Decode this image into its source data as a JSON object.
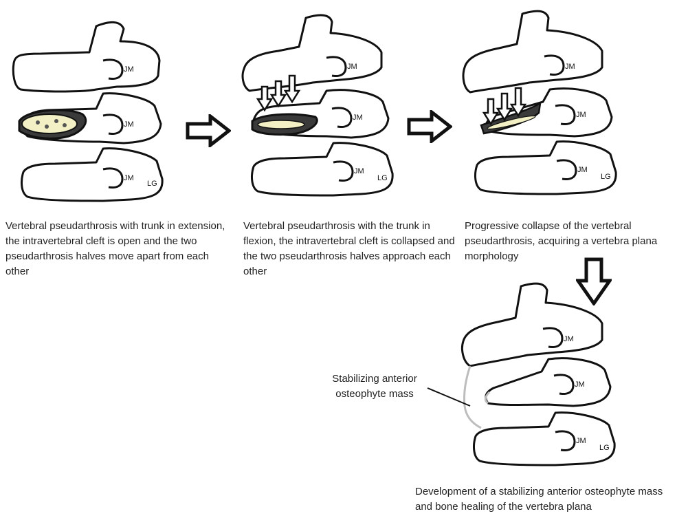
{
  "panels": [
    {
      "id": "panel-1",
      "caption": "Vertebral pseudarthrosis with trunk in extension, the intravertebral cleft is open and the two pseudarthrosis halves move apart from each other",
      "sketch_initials": "JM",
      "sketch_signature": "LG"
    },
    {
      "id": "panel-2",
      "caption": "Vertebral pseudarthrosis with the trunk in flexion, the intravertebral cleft is collapsed and the two pseudarthrosis halves approach each other",
      "sketch_initials": "JM",
      "sketch_signature": "LG"
    },
    {
      "id": "panel-3",
      "caption": "Progressive collapse of the vertebral pseudarthrosis, acquiring a vertebra plana morphology",
      "sketch_initials": "JM",
      "sketch_signature": "LG"
    },
    {
      "id": "panel-4",
      "caption": "Development of a stabilizing anterior osteophyte mass and bone healing of the vertebra plana",
      "sketch_initials": "JM",
      "sketch_signature": "LG"
    }
  ],
  "annotation": {
    "label": "Stabilizing anterior osteophyte mass"
  },
  "colors": {
    "ink": "#111111",
    "cleft": "#f2f0c4",
    "osteophyte": "#c9c9c9",
    "text": "#222222"
  },
  "icons": [
    "right-arrow-icon",
    "down-arrow-icon",
    "compression-arrow-icon"
  ]
}
